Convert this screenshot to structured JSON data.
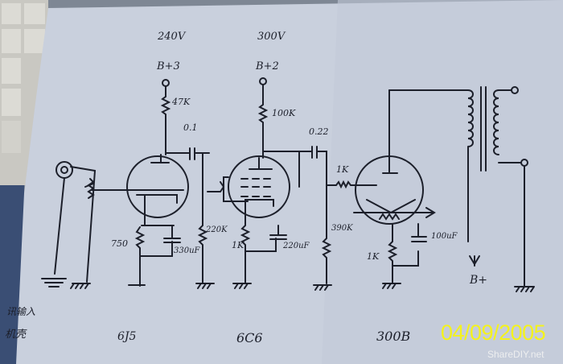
{
  "supply": {
    "v1": "240V",
    "v2": "300V",
    "rail3": "B+3",
    "rail2": "B+2",
    "rail_main": "B+"
  },
  "stage1": {
    "tube": "6J5",
    "plate_resistor": "47K",
    "coupling_cap": "0.1",
    "cathode_resistor": "750",
    "cathode_cap": "330uF",
    "grid_resistor": "220K"
  },
  "stage2": {
    "tube": "6C6",
    "plate_resistor": "100K",
    "coupling_cap": "0.22",
    "cathode_resistor": "1K",
    "cathode_cap": "220uF",
    "grid_resistor": "390K"
  },
  "stage3": {
    "tube": "300B",
    "grid_stopper": "1K",
    "cathode_resistor": "1K",
    "cathode_cap": "100uF"
  },
  "input": {
    "line1": "讯输入",
    "line2": "机壳"
  },
  "photo": {
    "date_stamp": "04/09/2005",
    "watermark": "ShareDIY.net"
  }
}
